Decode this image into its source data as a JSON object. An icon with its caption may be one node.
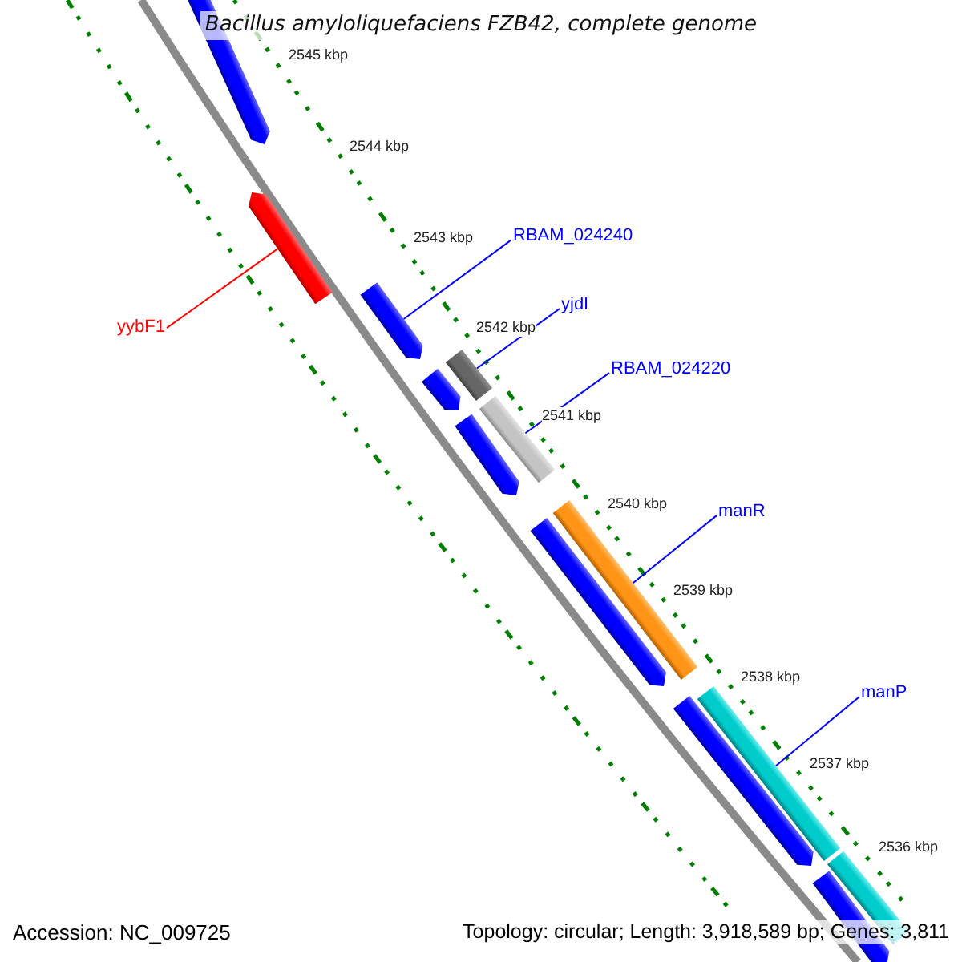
{
  "diagram": {
    "title": "Bacillus amyloliquefaciens FZB42, complete genome",
    "nodes": [
      {
        "text": [],
        "shape": "pentagon"
      },
      {
        "text": [],
        "shape": "pentagon"
      },
      {
        "text": [
          "RBAM_024240"
        ]
      },
      {
        "text": [],
        "shape": "pentagon"
      },
      {
        "text": [
          "yjdI"
        ]
      },
      {
        "text": [
          "yybF1"
        ]
      },
      {
        "text": [],
        "shape": "bar"
      },
      {
        "text": [
          "RBAM_024220"
        ]
      },
      {
        "text": [],
        "shape": "pentagon"
      },
      {
        "text": [],
        "shape": "bar"
      },
      {
        "text": [],
        "shape": "pentagon"
      },
      {
        "text": [],
        "shape": "bar"
      },
      {
        "text": [
          "manR"
        ]
      },
      {
        "text": [],
        "shape": "pentagon"
      },
      {
        "text": [],
        "shape": "bar"
      },
      {
        "text": [
          "manP"
        ]
      },
      {
        "text": [],
        "shape": "pentagon"
      },
      {
        "text": [],
        "shape": "bar"
      },
      {
        "text": [],
        "shape": "pentagon"
      }
    ],
    "edges": [
      {
        "from": 5,
        "to": 1,
        "arrow": "none",
        "color": "#ff0000"
      },
      {
        "from": 2,
        "to": 3,
        "arrow": "none"
      },
      {
        "from": 4,
        "to": 6,
        "arrow": "none"
      },
      {
        "from": 7,
        "to": 9,
        "arrow": "none"
      },
      {
        "from": 12,
        "to": 11,
        "arrow": "none"
      },
      {
        "from": 15,
        "to": 14,
        "arrow": "none"
      }
    ],
    "labels": [
      "2545 kbp",
      "2544 kbp",
      "2543 kbp",
      "2542 kbp",
      "2541 kbp",
      "2540 kbp",
      "2539 kbp",
      "2538 kbp",
      "2537 kbp",
      "2536 kbp",
      "Accession: NC_009725",
      "Topology: circular; Length: 3,918,589 bp; Genes: 3,811"
    ]
  }
}
